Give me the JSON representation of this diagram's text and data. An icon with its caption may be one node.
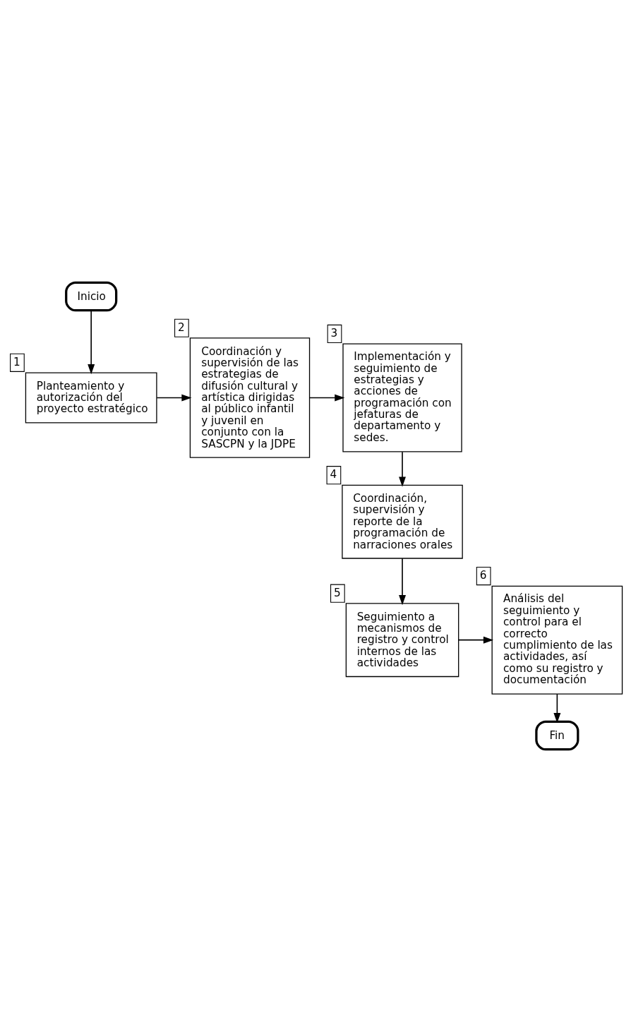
{
  "diagram": {
    "nodes": [
      {
        "text": [
          "Inicio"
        ]
      },
      {
        "text": [
          "Planteamiento y autorización del proyecto estratégico"
        ],
        "beside": [
          "1"
        ]
      },
      {
        "text": [
          "Coordinación y supervisión de las estrategias de difusión cultural y artística dirigidas al público infantil y juvenil en conjunto con la SASCPN y la JDPE"
        ],
        "beside": [
          "2"
        ]
      },
      {
        "text": [
          "Implementación y seguimiento de estrategias y acciones de programación con jefaturas de departamento y sedes."
        ],
        "beside": [
          "3"
        ]
      },
      {
        "text": [
          "Coordinación, supervisión y reporte de la programación de narraciones orales"
        ],
        "beside": [
          "4"
        ]
      },
      {
        "text": [
          "Seguimiento a mecanismos de registro y control internos de las actividades"
        ],
        "beside": [
          "5"
        ]
      },
      {
        "text": [
          "Análisis del seguimiento y control para el correcto cumplimiento de las actividades, así como su registro y documentación"
        ],
        "beside": [
          "6"
        ]
      },
      {
        "text": [
          "Fin"
        ]
      }
    ],
    "edges": [
      {
        "from": 0,
        "to": 1,
        "arrow": "to"
      },
      {
        "from": 1,
        "to": 2,
        "arrow": "to"
      },
      {
        "from": 2,
        "to": 3,
        "arrow": "to"
      },
      {
        "from": 3,
        "to": 4,
        "arrow": "to"
      },
      {
        "from": 4,
        "to": 5,
        "arrow": "to"
      },
      {
        "from": 5,
        "to": 6,
        "arrow": "to"
      },
      {
        "from": 6,
        "to": 7,
        "arrow": "to"
      }
    ]
  }
}
